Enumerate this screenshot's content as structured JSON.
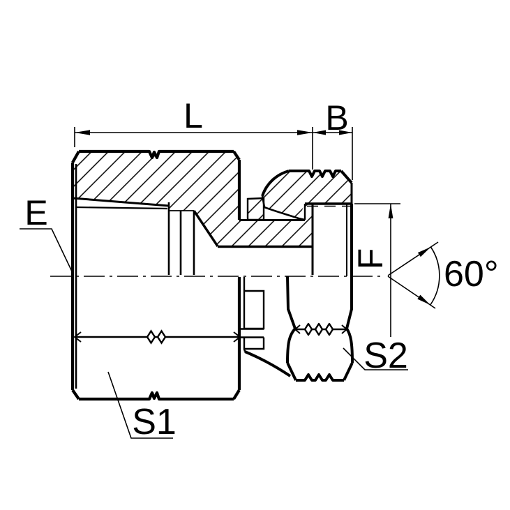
{
  "drawing": {
    "title": "pipe-fitting-section-diagram",
    "labels": {
      "port_thread": "E",
      "overall_length": "L",
      "nut_thread_length": "B",
      "swivel_thread_dia": "F",
      "hex_size_body": "S1",
      "hex_size_nut": "S2",
      "cone_angle": "60°"
    },
    "colors": {
      "line": "#000000",
      "background": "#ffffff"
    }
  }
}
